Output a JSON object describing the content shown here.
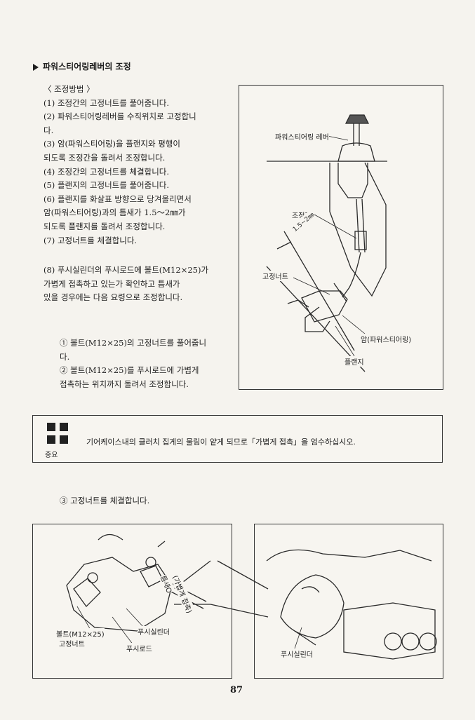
{
  "section_title": "파워스티어링레버의 조정",
  "procedure": {
    "heading": "〈 조정방법 〉",
    "lines": [
      "(1) 조정간의 고정너트를 풀어줍니다.",
      "(2) 파워스티어링레버를 수직위치로 고정합니",
      "      다.",
      "(3) 암(파워스티어링)을 플랜지와 평행이",
      "      되도록 조정간을 돌려서 조정합니다.",
      "(4) 조정간의 고정너트를 체결합니다.",
      "(5) 플랜지의 고정너트를 풀어줍니다.",
      "(6) 플랜지를 화살표 방향으로 당겨올리면서",
      "      암(파워스티어링)과의 틈새가 1.5～2㎜가",
      "      되도록 플랜지를 돌려서 조정합니다.",
      "(7) 고정너트를 체결합니다.",
      "",
      "(8) 푸시실린더의 푸시로드에 볼트(M12×25)가",
      "      가볍게 접촉하고 있는가 확인하고 틈새가",
      "      있을 경우에는 다음 요령으로 조정합니다."
    ],
    "sub_lines": [
      "① 볼트(M12×25)의 고정너트를 풀어줍니",
      "     다.",
      "② 볼트(M12×25)를 푸시로드에 가볍게",
      "     접촉하는 위치까지 돌려서 조정합니다."
    ]
  },
  "figure_top": {
    "labels": {
      "lever": "파워스티어링 레버",
      "rod": "조정간",
      "gap": "1.5~2㎜",
      "nut": "고정너트",
      "arm": "암(파워스티어링)",
      "flange": "플랜지"
    }
  },
  "notice": {
    "label": "중요",
    "text": "기어케이스내의 클러치 집게의 물림이 얕게 되므로「가볍게 접촉」을 엄수하십시오."
  },
  "step3": "③ 고정너트를 체결합니다.",
  "figure_bottom_left": {
    "labels": {
      "bolt": "볼트(M12×25)",
      "nut": "고정너트",
      "gap": "틈새O",
      "gap_note": "(가볍게 접촉)",
      "cylinder": "푸시실린더",
      "rod": "푸시로드"
    }
  },
  "figure_bottom_right": {
    "labels": {
      "cylinder": "푸시실린더"
    }
  },
  "page_number": "87"
}
